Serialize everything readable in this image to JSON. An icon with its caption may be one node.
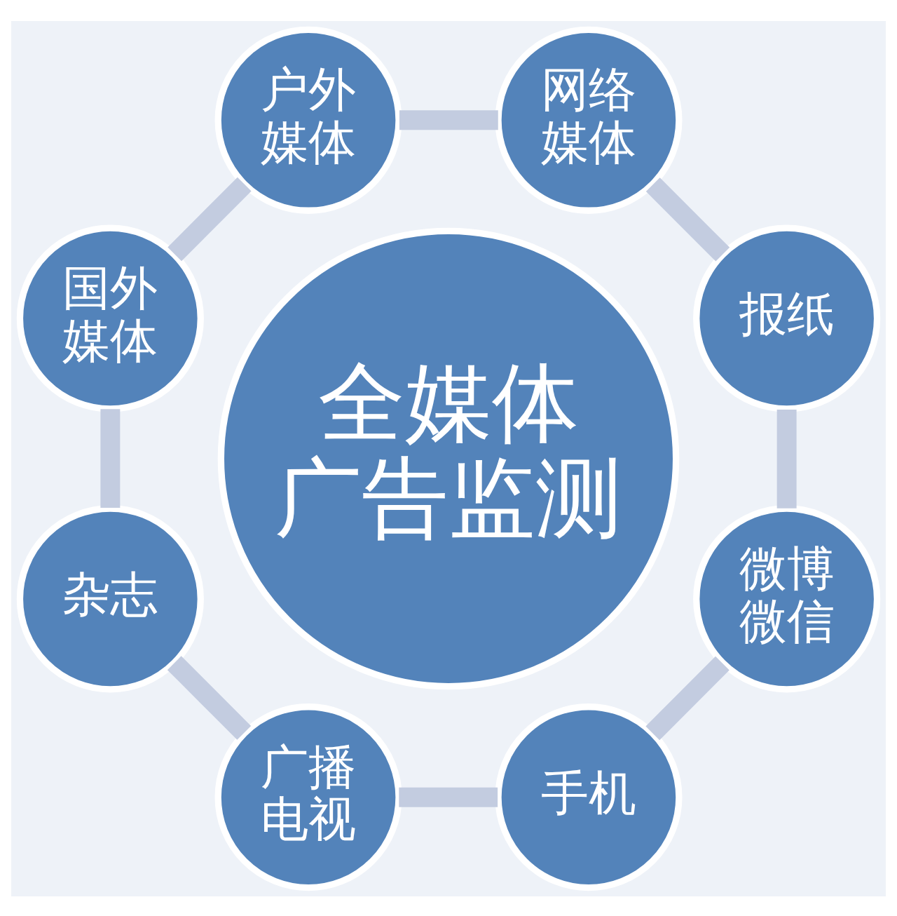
{
  "diagram": {
    "nodes": [
      {
        "text": [
          "全媒体广告监测"
        ]
      },
      {
        "text": [
          "户外媒体"
        ]
      },
      {
        "text": [
          "网络媒体"
        ]
      },
      {
        "text": [
          "报纸"
        ]
      },
      {
        "text": [
          "微博微信"
        ]
      },
      {
        "text": [
          "手机"
        ]
      },
      {
        "text": [
          "广播电视"
        ]
      },
      {
        "text": [
          "杂志"
        ]
      },
      {
        "text": [
          "国外媒体"
        ]
      }
    ],
    "edges": [
      {
        "from": 1,
        "to": 2,
        "arrow": "none"
      },
      {
        "from": 2,
        "to": 3,
        "arrow": "none"
      },
      {
        "from": 3,
        "to": 4,
        "arrow": "none"
      },
      {
        "from": 4,
        "to": 5,
        "arrow": "none"
      },
      {
        "from": 5,
        "to": 6,
        "arrow": "none"
      },
      {
        "from": 6,
        "to": 7,
        "arrow": "none"
      },
      {
        "from": 7,
        "to": 8,
        "arrow": "none"
      },
      {
        "from": 8,
        "to": 1,
        "arrow": "none"
      }
    ]
  }
}
